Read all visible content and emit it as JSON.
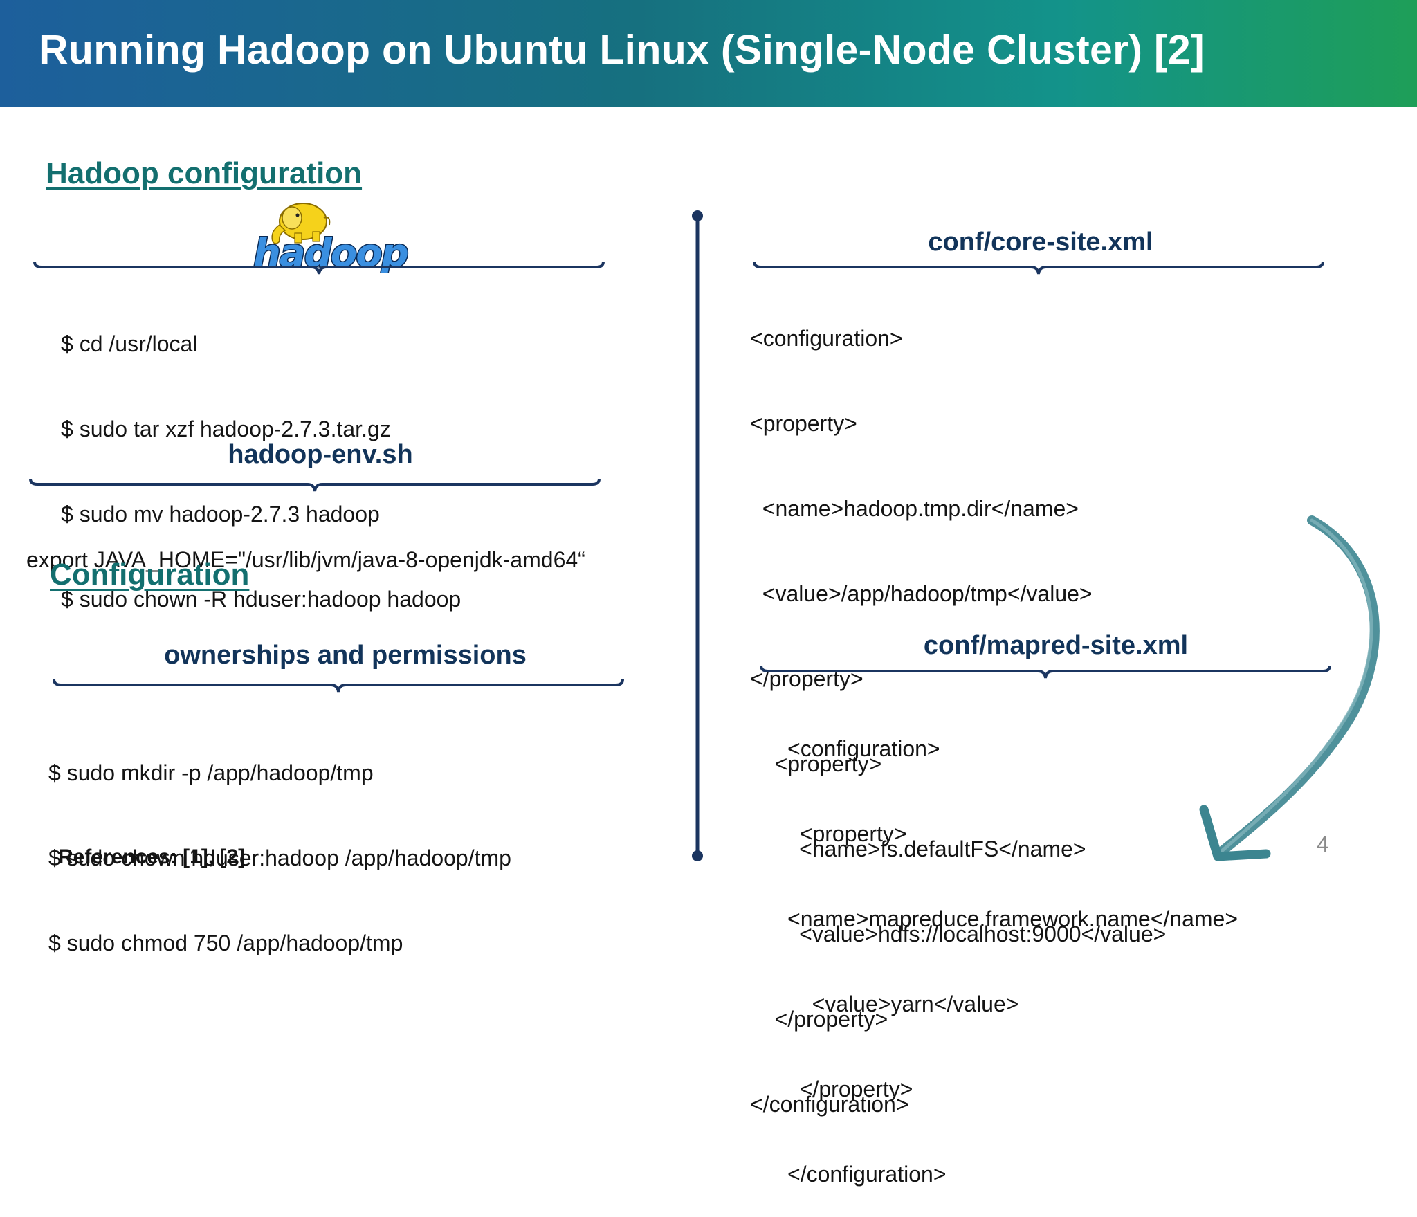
{
  "slide": {
    "title": "Running Hadoop on Ubuntu Linux (Single-Node Cluster) [2]",
    "page_number": "4",
    "references": {
      "label": "References",
      "value": ": [1], [2]"
    }
  },
  "logo": {
    "text": "hadoop"
  },
  "colors": {
    "accent_teal": "#136f6f",
    "heading_navy": "#12345a",
    "divider": "#1b3560"
  },
  "left": {
    "hadoop_configuration": {
      "title": "Hadoop configuration",
      "commands": [
        "$ cd /usr/local",
        "$ sudo tar xzf hadoop-2.7.3.tar.gz",
        "$ sudo mv hadoop-2.7.3 hadoop",
        "$ sudo chown -R hduser:hadoop hadoop"
      ]
    },
    "hadoop_env": {
      "title": "hadoop-env.sh",
      "command": "export JAVA_HOME=\"/usr/lib/jvm/java-8-openjdk-amd64“"
    },
    "configuration": {
      "title": "Configuration",
      "subtitle": "ownerships and permissions",
      "commands": [
        "$ sudo mkdir -p /app/hadoop/tmp",
        "$ sudo chown hduser:hadoop /app/hadoop/tmp",
        "$ sudo chmod 750 /app/hadoop/tmp"
      ]
    }
  },
  "right": {
    "core_site": {
      "title": "conf/core-site.xml",
      "lines": [
        "<configuration>",
        "<property>",
        "  <name>hadoop.tmp.dir</name>",
        "  <value>/app/hadoop/tmp</value>",
        "</property>",
        "    <property>",
        "        <name>fs.defaultFS</name>",
        "        <value>hdfs://localhost:9000</value>",
        "    </property>",
        "</configuration>"
      ]
    },
    "mapred_site": {
      "title": "conf/mapred-site.xml",
      "lines": [
        "<configuration>",
        "  <property>",
        "<name>mapreduce.framework.name</name>",
        "    <value>yarn</value>",
        "  </property>",
        "</configuration>"
      ]
    }
  }
}
